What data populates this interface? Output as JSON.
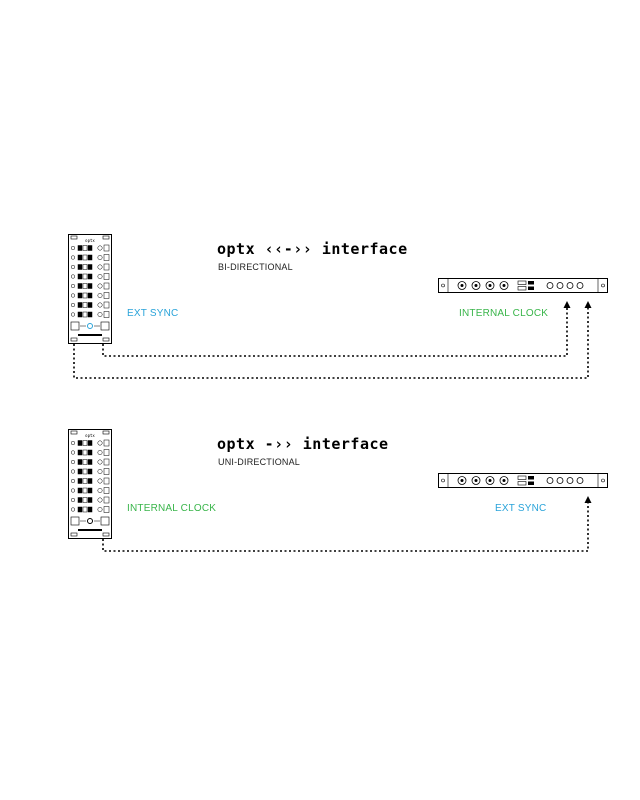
{
  "colors": {
    "ext_sync": "#29a3d9",
    "internal_clock": "#39b54a",
    "line": "#000000"
  },
  "sections": {
    "bi": {
      "title": "optx ‹‹-›› interface",
      "subtitle": "BI-DIRECTIONAL",
      "module_label": "EXT SYNC",
      "rack_label": "INTERNAL CLOCK"
    },
    "uni": {
      "title": "optx -›› interface",
      "subtitle": "UNI-DIRECTIONAL",
      "module_label": "INTERNAL CLOCK",
      "rack_label": "EXT SYNC"
    }
  }
}
